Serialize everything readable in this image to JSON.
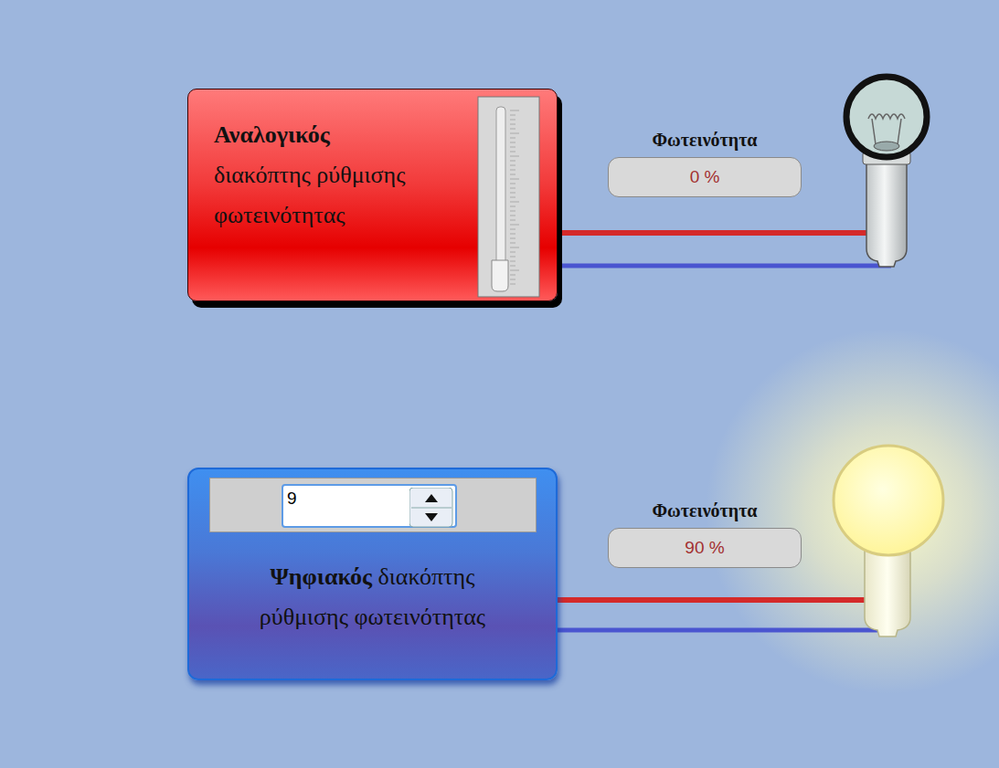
{
  "diagram": {
    "nodes": [
      {
        "text": [
          "Αναλογικός",
          "διακόπτης ρύθμισης φωτεινότητας"
        ]
      },
      {
        "text": [
          "Φωτεινότητα",
          "0 %"
        ]
      },
      {
        "text": [
          "Ψηφιακός",
          "διακόπτης ρύθμισης φωτεινότητας"
        ]
      },
      {
        "text": [
          "9"
        ],
        "in": 2
      },
      {
        "text": [
          "Φωτεινότητα",
          "90 %"
        ]
      }
    ]
  }
}
